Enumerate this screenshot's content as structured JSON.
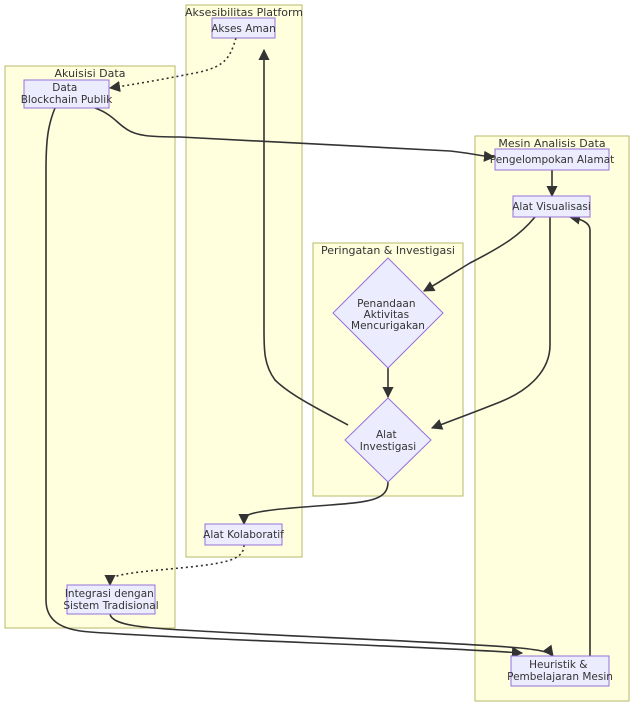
{
  "clusters": {
    "akuisisi": "Akuisisi Data",
    "aksesibilitas": "Aksesibilitas Platform",
    "peringatan": "Peringatan & Investigasi",
    "mesin": "Mesin Analisis Data"
  },
  "nodes": {
    "data_blockchain": [
      "Data",
      "Blockchain Publik"
    ],
    "integrasi": [
      "Integrasi dengan",
      "Sistem Tradisional"
    ],
    "akses_aman": [
      "Akses Aman"
    ],
    "alat_kolaboratif": [
      "Alat Kolaboratif"
    ],
    "penandaan": [
      "Penandaan",
      "Aktivitas",
      "Mencurigakan"
    ],
    "alat_investigasi": [
      "Alat",
      "Investigasi"
    ],
    "pengelompokan": [
      "Pengelompokan Alamat"
    ],
    "alat_visualisasi": [
      "Alat Visualisasi"
    ],
    "heuristik": [
      "Heuristik &",
      "Pembelajaran Mesin"
    ]
  },
  "edges": [
    {
      "from": "akses_aman",
      "to": "data_blockchain",
      "style": "dotted"
    },
    {
      "from": "data_blockchain",
      "to": "pengelompokan",
      "style": "solid"
    },
    {
      "from": "data_blockchain",
      "to": "heuristik",
      "style": "solid"
    },
    {
      "from": "pengelompokan",
      "to": "alat_visualisasi",
      "style": "solid"
    },
    {
      "from": "alat_visualisasi",
      "to": "penandaan",
      "style": "solid"
    },
    {
      "from": "alat_visualisasi",
      "to": "alat_investigasi",
      "style": "solid"
    },
    {
      "from": "penandaan",
      "to": "alat_investigasi",
      "style": "solid"
    },
    {
      "from": "alat_investigasi",
      "to": "akses_aman",
      "style": "solid"
    },
    {
      "from": "alat_investigasi",
      "to": "alat_kolaboratif",
      "style": "solid"
    },
    {
      "from": "alat_kolaboratif",
      "to": "integrasi",
      "style": "dotted"
    },
    {
      "from": "integrasi",
      "to": "heuristik",
      "style": "solid"
    },
    {
      "from": "heuristik",
      "to": "alat_visualisasi",
      "style": "solid"
    }
  ]
}
